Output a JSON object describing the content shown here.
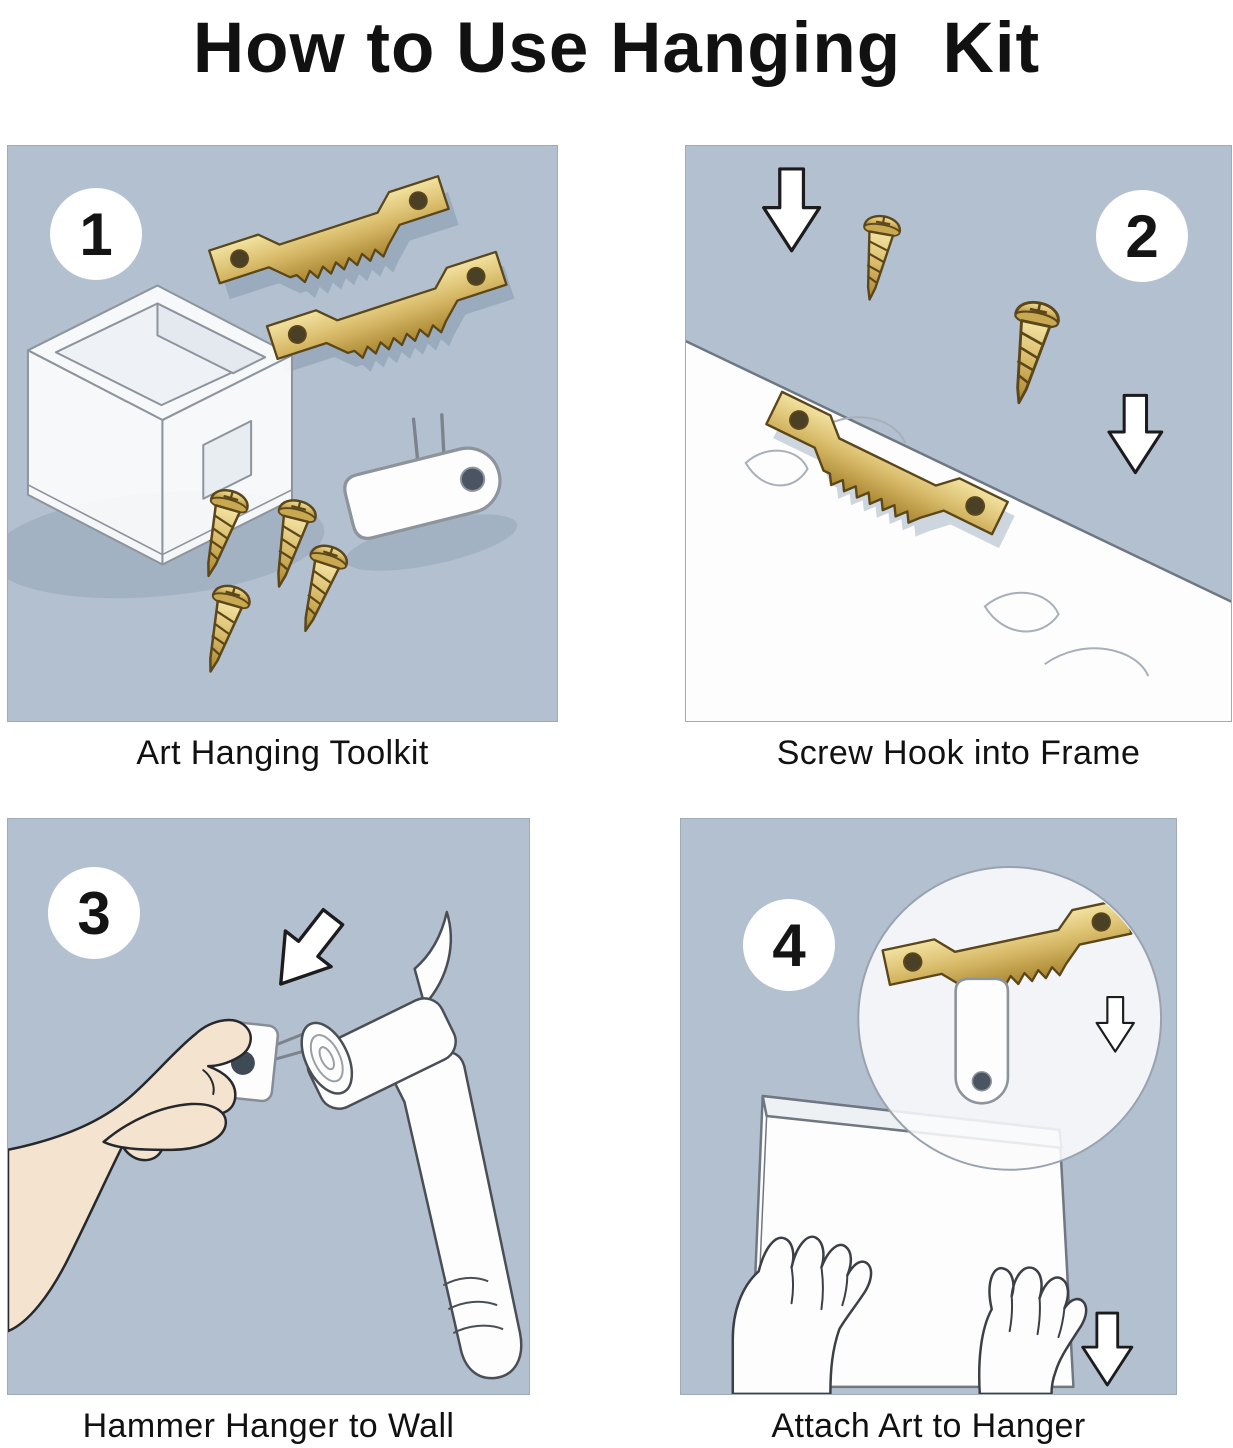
{
  "title": "How to Use Hanging  Kit",
  "steps": [
    {
      "number": "1",
      "caption": "Art Hanging Toolkit"
    },
    {
      "number": "2",
      "caption": "Screw Hook into Frame"
    },
    {
      "number": "3",
      "caption": "Hammer Hanger to Wall"
    },
    {
      "number": "4",
      "caption": "Attach Art to Hanger"
    }
  ],
  "illustrations": {
    "step1": [
      "storage-box",
      "sawtooth-hanger",
      "sawtooth-hanger",
      "plastic-hook",
      "screw",
      "screw",
      "screw",
      "screw"
    ],
    "step2": [
      "wood-frame",
      "sawtooth-hanger",
      "screw",
      "screw",
      "down-arrow",
      "down-arrow"
    ],
    "step3": [
      "hand-holding-hanger",
      "wall-hanger",
      "hammer",
      "down-arrow"
    ],
    "step4": [
      "canvas-frame",
      "magnifier-circle",
      "sawtooth-hanger",
      "plastic-hook",
      "left-hand",
      "right-hand",
      "down-arrow",
      "down-arrow"
    ]
  },
  "colors": {
    "page_bg": "#ffffff",
    "panel_bg": "#b2c0d0",
    "brass": "#d9bc6b",
    "brass_dark": "#a9852f",
    "skin": "#f4e3cf",
    "shadow": "#9cadbf",
    "line_art": "#8d949c",
    "text": "#111111"
  }
}
